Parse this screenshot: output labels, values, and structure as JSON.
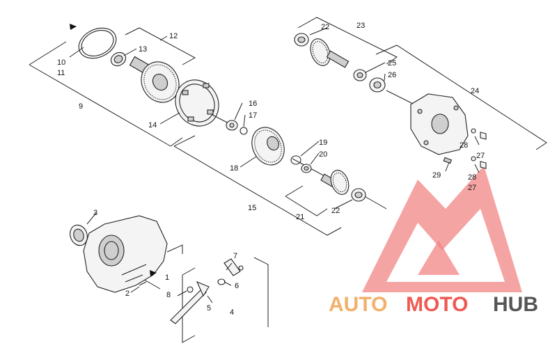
{
  "callouts": [
    {
      "id": "c1",
      "text": "1"
    },
    {
      "id": "c2",
      "text": "2"
    },
    {
      "id": "c3",
      "text": "3"
    },
    {
      "id": "c4",
      "text": "4"
    },
    {
      "id": "c5",
      "text": "5"
    },
    {
      "id": "c6",
      "text": "6"
    },
    {
      "id": "c7",
      "text": "7"
    },
    {
      "id": "c8",
      "text": "8"
    },
    {
      "id": "c9",
      "text": "9"
    },
    {
      "id": "c10",
      "text": "10"
    },
    {
      "id": "c11",
      "text": "11"
    },
    {
      "id": "c12",
      "text": "12"
    },
    {
      "id": "c13",
      "text": "13"
    },
    {
      "id": "c14",
      "text": "14"
    },
    {
      "id": "c15",
      "text": "15"
    },
    {
      "id": "c16",
      "text": "16"
    },
    {
      "id": "c17",
      "text": "17"
    },
    {
      "id": "c18",
      "text": "18"
    },
    {
      "id": "c19",
      "text": "19"
    },
    {
      "id": "c20",
      "text": "20"
    },
    {
      "id": "c21",
      "text": "21"
    },
    {
      "id": "c22a",
      "text": "22"
    },
    {
      "id": "c22b",
      "text": "22"
    },
    {
      "id": "c23",
      "text": "23"
    },
    {
      "id": "c24",
      "text": "24"
    },
    {
      "id": "c25",
      "text": "25"
    },
    {
      "id": "c26",
      "text": "26"
    },
    {
      "id": "c27a",
      "text": "27"
    },
    {
      "id": "c27b",
      "text": "27"
    },
    {
      "id": "c28a",
      "text": "28"
    },
    {
      "id": "c28b",
      "text": "28"
    },
    {
      "id": "c29",
      "text": "29"
    }
  ],
  "watermark": {
    "auto": "AUTO",
    "moto": "MOTO",
    "hub": "HUB",
    "colors": {
      "auto": "#f2b06a",
      "moto": "#ef5a52",
      "hub": "#555555",
      "logo": "#ef4f4f"
    }
  },
  "colors": {
    "line": "#222222",
    "accent": "#c62828"
  }
}
